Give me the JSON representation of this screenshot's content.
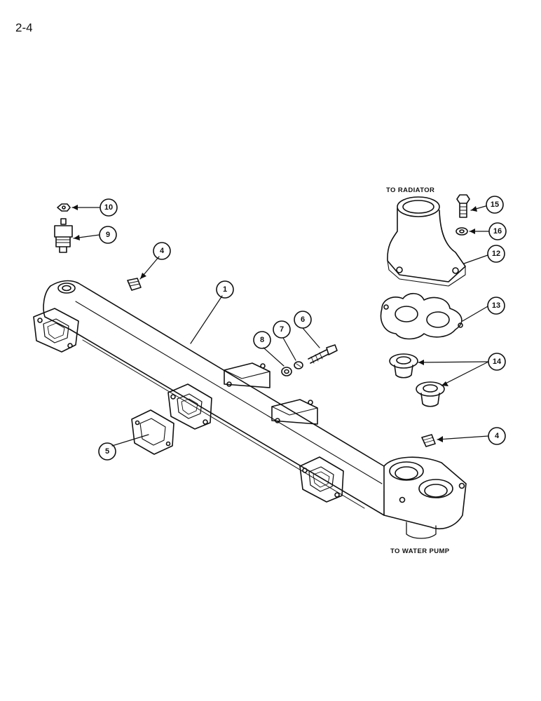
{
  "page": {
    "number": "2-4"
  },
  "captions": {
    "to_radiator": "TO RADIATOR",
    "to_water_pump": "TO WATER PUMP"
  },
  "callouts": [
    "1",
    "4",
    "4",
    "5",
    "6",
    "7",
    "8",
    "9",
    "10",
    "12",
    "13",
    "14",
    "15",
    "16"
  ]
}
